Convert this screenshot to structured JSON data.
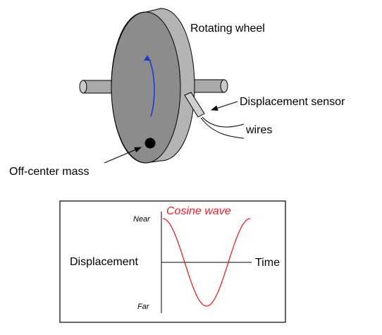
{
  "upper_diagram": {
    "wheel_label": "Rotating wheel",
    "sensor_label": "Displacement sensor",
    "wires_label": "wires",
    "mass_label": "Off-center mass",
    "colors": {
      "wheel_face": "#8c8c8c",
      "wheel_rim": "#b4b4b4",
      "shaft": "#a9a9a9",
      "rotation_arrow": "#1a3ccc",
      "mass": "#000000"
    }
  },
  "graph": {
    "wave_label": "Cosine wave",
    "near_label": "Near",
    "far_label": "Far",
    "displacement_label": "Displacement",
    "time_label": "Time",
    "wave_color": "#e8212a"
  }
}
